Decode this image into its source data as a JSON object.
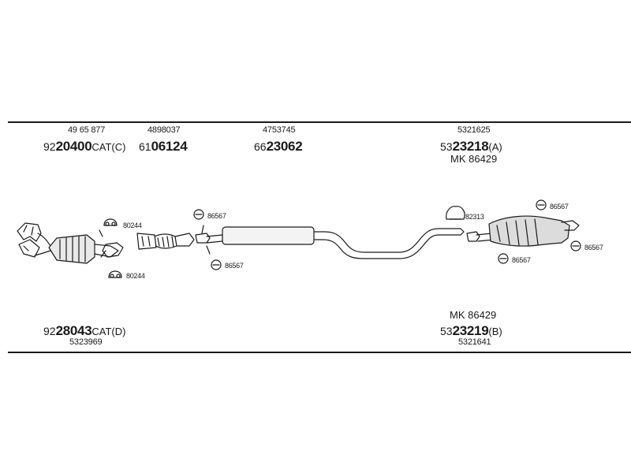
{
  "top_labels": {
    "front_pipe": {
      "ref": "49 65 877",
      "prefix": "92",
      "main": "20400",
      "suffix": "CAT(C)"
    },
    "flex_pipe": {
      "ref": "4898037",
      "prefix": "61",
      "main": "06124",
      "suffix": ""
    },
    "center_silencer": {
      "ref": "4753745",
      "prefix": "66",
      "main": "23062",
      "suffix": ""
    },
    "rear_silencer": {
      "ref": "5321625",
      "prefix": "53",
      "main": "23218",
      "suffix": "(A)",
      "kit": "MK 86429"
    }
  },
  "bottom_labels": {
    "catalyst": {
      "prefix": "92",
      "main": "28043",
      "suffix": "CAT(D)",
      "ref": "5323969"
    },
    "rear_silencer_b": {
      "kit": "MK 86429",
      "prefix": "53",
      "main": "23219",
      "suffix": "(B)",
      "ref": "5321641"
    }
  },
  "clamps": {
    "c80244_top": "80244",
    "c80244_bottom": "80244",
    "c86567_a": "86567",
    "c86567_b": "86567",
    "c82313": "82313",
    "c86567_c": "86567",
    "c86567_d": "86567",
    "c86567_e": "86567"
  }
}
